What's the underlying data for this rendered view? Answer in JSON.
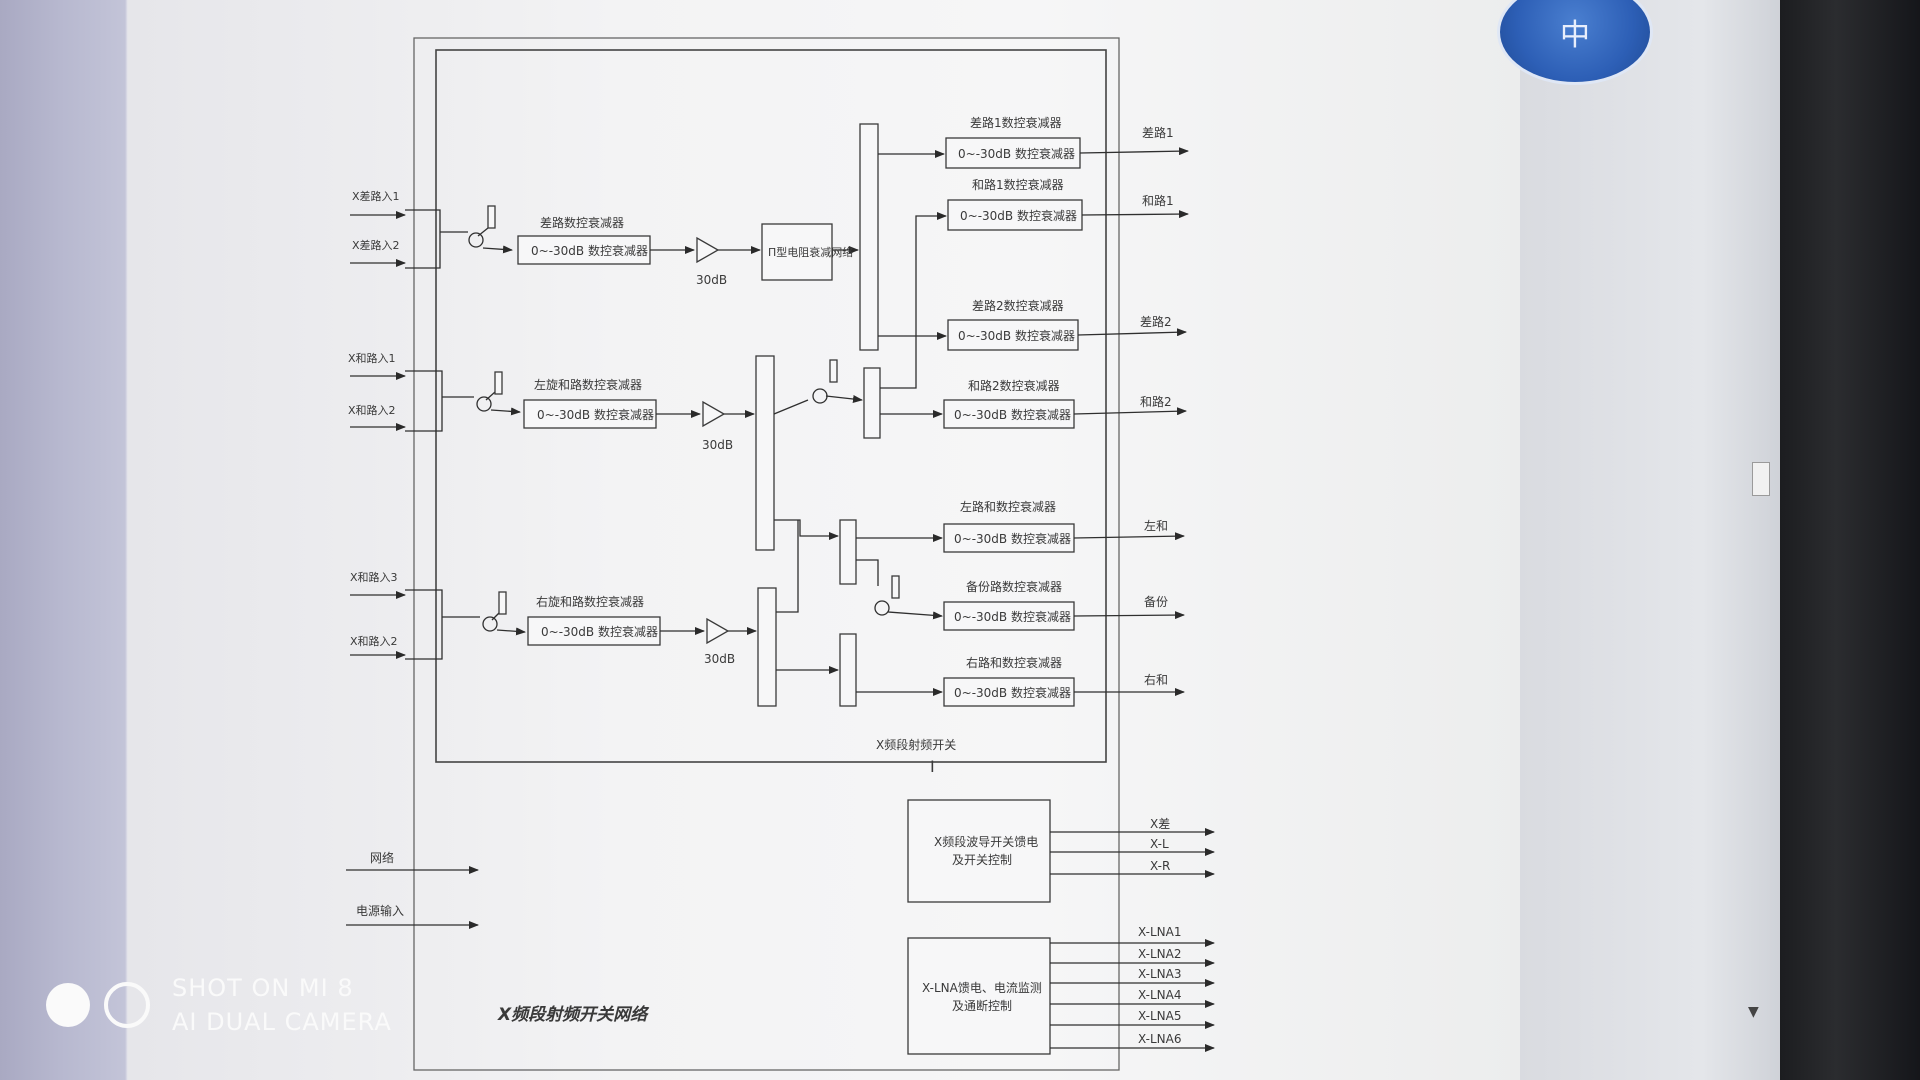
{
  "logo": {
    "char": "中"
  },
  "watermark": {
    "line1": "SHOT ON MI 8",
    "line2": "AI DUAL CAMERA"
  },
  "diagram": {
    "caption": "X频段射频开关网络",
    "switch_label": "X频段射频开关",
    "gain_label": "30dB",
    "atten_range": "0~-30dB 数控衰减器",
    "inputs": [
      "X差路入1",
      "X差路入2",
      "X和路入1",
      "X和路入2",
      "X和路入3",
      "X和路入2"
    ],
    "branches": [
      {
        "title": "差路数控衰减器"
      },
      {
        "title": "左旋和路数控衰减器"
      },
      {
        "title": "右旋和路数控衰减器"
      }
    ],
    "network_block": "Π型电阻衰减网络",
    "outputs": [
      {
        "title": "差路1数控衰减器",
        "out": "差路1"
      },
      {
        "title": "和路1数控衰减器",
        "out": "和路1"
      },
      {
        "title": "差路2数控衰减器",
        "out": "差路2"
      },
      {
        "title": "和路2数控衰减器",
        "out": "和路2"
      },
      {
        "title": "左路和数控衰减器",
        "out": "左和"
      },
      {
        "title": "备份路数控衰减器",
        "out": "备份"
      },
      {
        "title": "右路和数控衰减器",
        "out": "右和"
      }
    ],
    "side_inputs": [
      "网络",
      "电源输入"
    ],
    "ctrl_block": {
      "line1": "X频段波导开关馈电",
      "line2": "及开关控制",
      "outs": [
        "X差",
        "X-L",
        "X-R"
      ]
    },
    "lna_block": {
      "line1": "X-LNA馈电、电流监测",
      "line2": "及通断控制",
      "outs": [
        "X-LNA1",
        "X-LNA2",
        "X-LNA3",
        "X-LNA4",
        "X-LNA5",
        "X-LNA6"
      ]
    }
  }
}
